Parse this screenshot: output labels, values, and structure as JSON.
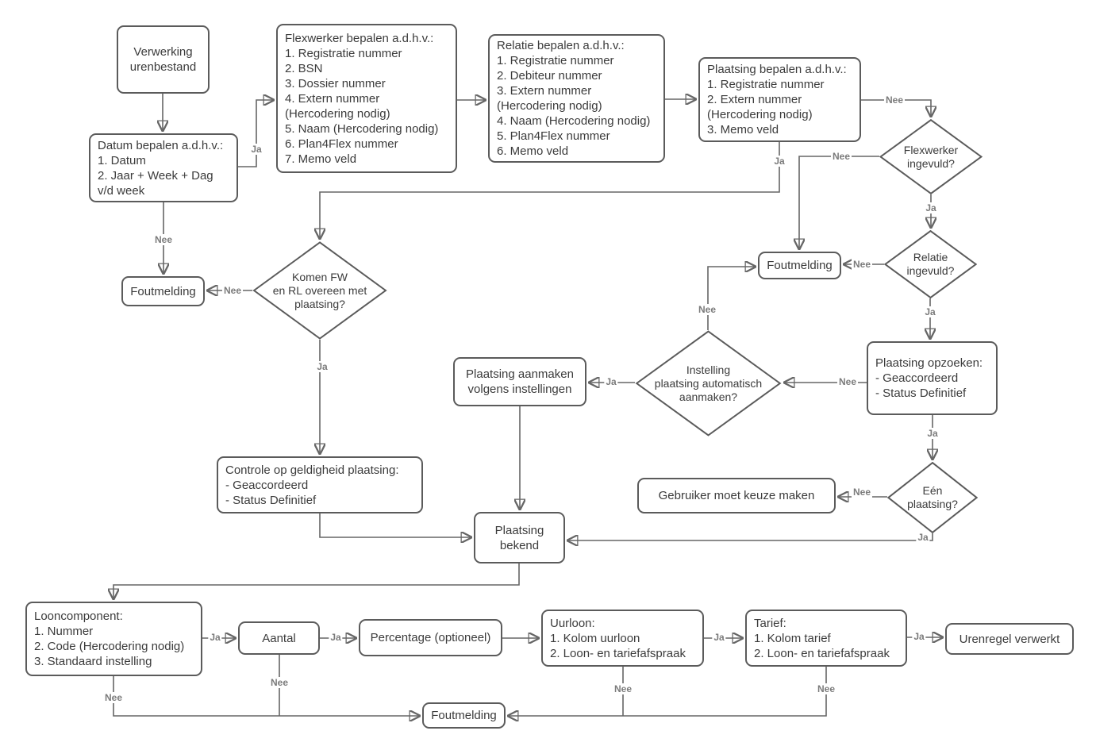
{
  "diagram": {
    "language": "nl",
    "colors": {
      "background": "#ffffff",
      "shape_fill": "#ffffff",
      "shape_border": "#5b5b5b",
      "connector": "#666666",
      "node_text": "#3b3b3b",
      "edge_label_text": "#7b7b7b"
    },
    "nodes": {
      "start": {
        "type": "process",
        "label": "Verwerking\nurenbestand"
      },
      "datum_bepalen": {
        "type": "process",
        "label": "Datum bepalen a.d.h.v.:\n1. Datum\n2. Jaar + Week + Dag\nv/d week"
      },
      "flexwerker_bepalen": {
        "type": "process",
        "label": "Flexwerker bepalen a.d.h.v.:\n1. Registratie nummer\n2. BSN\n3. Dossier nummer\n4. Extern nummer\n(Hercodering nodig)\n5. Naam (Hercodering nodig)\n6. Plan4Flex nummer\n7. Memo veld"
      },
      "relatie_bepalen": {
        "type": "process",
        "label": "Relatie bepalen a.d.h.v.:\n1. Registratie nummer\n2. Debiteur nummer\n3. Extern nummer\n(Hercodering nodig)\n4. Naam (Hercodering nodig)\n5. Plan4Flex nummer\n6. Memo veld"
      },
      "plaatsing_bepalen": {
        "type": "process",
        "label": "Plaatsing bepalen a.d.h.v.:\n1. Registratie nummer\n2. Extern nummer\n(Hercodering nodig)\n3. Memo veld"
      },
      "foutmelding_links": {
        "type": "process",
        "label": "Foutmelding"
      },
      "foutmelding_midden": {
        "type": "process",
        "label": "Foutmelding"
      },
      "foutmelding_onder": {
        "type": "process",
        "label": "Foutmelding"
      },
      "komen_fw_rl": {
        "type": "decision",
        "label": "Komen FW\nen RL overeen met\nplaatsing?"
      },
      "flexwerker_ingevuld": {
        "type": "decision",
        "label": "Flexwerker\ningevuld?"
      },
      "relatie_ingevuld": {
        "type": "decision",
        "label": "Relatie\ningevuld?"
      },
      "instelling_automatisch": {
        "type": "decision",
        "label": "Instelling\nplaatsing automatisch\naanmaken?"
      },
      "een_plaatsing": {
        "type": "decision",
        "label": "Eén\nplaatsing?"
      },
      "plaatsing_aanmaken": {
        "type": "process",
        "label": "Plaatsing aanmaken\nvolgens instellingen"
      },
      "plaatsing_opzoeken": {
        "type": "process",
        "label": "Plaatsing opzoeken:\n- Geaccordeerd\n- Status Definitief"
      },
      "gebruiker_keuze": {
        "type": "process",
        "label": "Gebruiker moet keuze maken"
      },
      "controle_geldigheid": {
        "type": "process",
        "label": "Controle op geldigheid plaatsing:\n- Geaccordeerd\n- Status Definitief"
      },
      "plaatsing_bekend": {
        "type": "process",
        "label": "Plaatsing\nbekend"
      },
      "looncomponent": {
        "type": "process",
        "label": "Looncomponent:\n1. Nummer\n2. Code (Hercodering nodig)\n3. Standaard instelling"
      },
      "aantal": {
        "type": "process",
        "label": "Aantal"
      },
      "percentage": {
        "type": "process",
        "label": "Percentage (optioneel)"
      },
      "uurloon": {
        "type": "process",
        "label": "Uurloon:\n1. Kolom uurloon\n2. Loon- en tariefafspraak"
      },
      "tarief": {
        "type": "process",
        "label": "Tarief:\n1. Kolom tarief\n2. Loon- en tariefafspraak"
      },
      "urenregel_verwerkt": {
        "type": "process",
        "label": "Urenregel verwerkt"
      }
    },
    "edges": [
      {
        "from": "start",
        "to": "datum_bepalen",
        "label": ""
      },
      {
        "from": "datum_bepalen",
        "to": "flexwerker_bepalen",
        "label": "Ja"
      },
      {
        "from": "datum_bepalen",
        "to": "foutmelding_links",
        "label": "Nee"
      },
      {
        "from": "flexwerker_bepalen",
        "to": "relatie_bepalen",
        "label": ""
      },
      {
        "from": "relatie_bepalen",
        "to": "plaatsing_bepalen",
        "label": ""
      },
      {
        "from": "plaatsing_bepalen",
        "to": "flexwerker_ingevuld",
        "label": "Nee"
      },
      {
        "from": "plaatsing_bepalen",
        "to": "komen_fw_rl",
        "label": "Ja"
      },
      {
        "from": "komen_fw_rl",
        "to": "foutmelding_links",
        "label": "Nee"
      },
      {
        "from": "komen_fw_rl",
        "to": "controle_geldigheid",
        "label": "Ja"
      },
      {
        "from": "flexwerker_ingevuld",
        "to": "foutmelding_midden",
        "label": "Nee"
      },
      {
        "from": "flexwerker_ingevuld",
        "to": "relatie_ingevuld",
        "label": "Ja"
      },
      {
        "from": "relatie_ingevuld",
        "to": "foutmelding_midden",
        "label": "Nee"
      },
      {
        "from": "relatie_ingevuld",
        "to": "plaatsing_opzoeken",
        "label": "Ja"
      },
      {
        "from": "plaatsing_opzoeken",
        "to": "instelling_automatisch",
        "label": "Nee"
      },
      {
        "from": "plaatsing_opzoeken",
        "to": "een_plaatsing",
        "label": "Ja"
      },
      {
        "from": "instelling_automatisch",
        "to": "foutmelding_midden",
        "label": "Nee"
      },
      {
        "from": "instelling_automatisch",
        "to": "plaatsing_aanmaken",
        "label": "Ja"
      },
      {
        "from": "plaatsing_aanmaken",
        "to": "plaatsing_bekend",
        "label": ""
      },
      {
        "from": "een_plaatsing",
        "to": "gebruiker_keuze",
        "label": "Nee"
      },
      {
        "from": "een_plaatsing",
        "to": "plaatsing_bekend",
        "label": "Ja"
      },
      {
        "from": "controle_geldigheid",
        "to": "plaatsing_bekend",
        "label": ""
      },
      {
        "from": "plaatsing_bekend",
        "to": "looncomponent",
        "label": ""
      },
      {
        "from": "looncomponent",
        "to": "aantal",
        "label": "Ja"
      },
      {
        "from": "looncomponent",
        "to": "foutmelding_onder",
        "label": "Nee"
      },
      {
        "from": "aantal",
        "to": "percentage",
        "label": "Ja"
      },
      {
        "from": "aantal",
        "to": "foutmelding_onder",
        "label": "Nee"
      },
      {
        "from": "percentage",
        "to": "uurloon",
        "label": ""
      },
      {
        "from": "uurloon",
        "to": "tarief",
        "label": "Ja"
      },
      {
        "from": "uurloon",
        "to": "foutmelding_onder",
        "label": "Nee"
      },
      {
        "from": "tarief",
        "to": "urenregel_verwerkt",
        "label": "Ja"
      },
      {
        "from": "tarief",
        "to": "foutmelding_onder",
        "label": "Nee"
      }
    ]
  }
}
